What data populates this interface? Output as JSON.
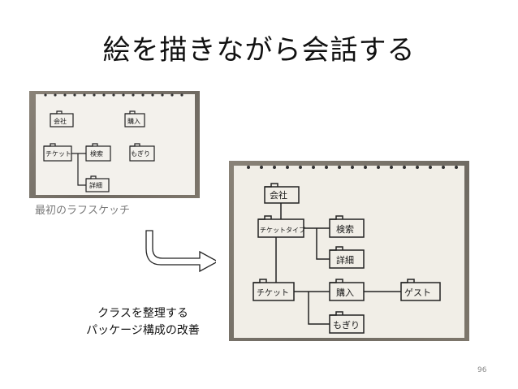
{
  "slide": {
    "title": "絵を描きながら会話する",
    "caption_sketch": "最初のラフスケッチ",
    "caption_refine_line1": "クラスを整理する",
    "caption_refine_line2": "パッケージ構成の改善",
    "page_number": "96"
  },
  "sketch1": {
    "labels": [
      "会社",
      "購入",
      "チケット",
      "検索",
      "もぎり",
      "詳細"
    ]
  },
  "sketch2": {
    "labels": [
      "会社",
      "チケットタイプ",
      "検索",
      "詳細",
      "チケット",
      "購入",
      "ゲスト",
      "もぎり"
    ]
  }
}
